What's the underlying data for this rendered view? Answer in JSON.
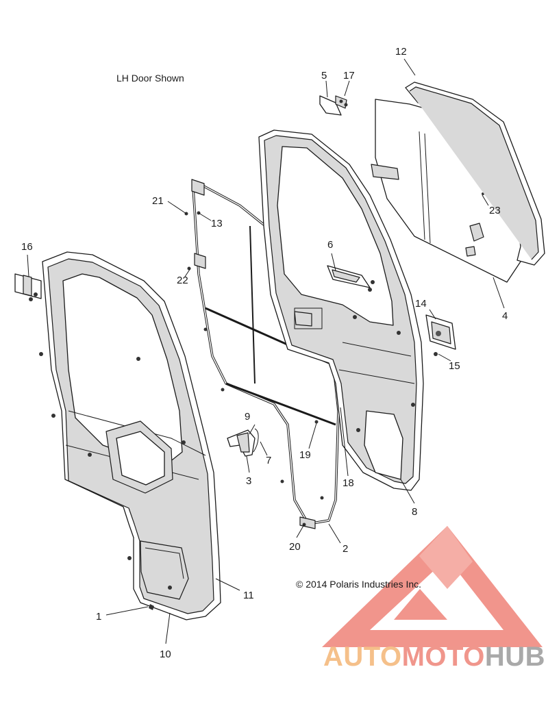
{
  "diagram": {
    "note": "LH Door Shown",
    "copyright": "© 2014 Polaris Industries Inc.",
    "callouts": {
      "c1": "1",
      "c2": "2",
      "c3": "3",
      "c4": "4",
      "c5": "5",
      "c6": "6",
      "c7": "7",
      "c8": "8",
      "c9": "9",
      "c10": "10",
      "c11": "11",
      "c12": "12",
      "c13": "13",
      "c14": "14",
      "c15": "15",
      "c16": "16",
      "c17": "17",
      "c18": "18",
      "c19": "19",
      "c20": "20",
      "c21": "21",
      "c22": "22",
      "c23": "23"
    }
  },
  "watermark": {
    "word_part1": "AUTO",
    "word_part2": "MOTO",
    "word_part3": "HUB",
    "colors": {
      "triangle": "#f08a80",
      "auto": "#f5c08a",
      "moto": "#f0968c",
      "hub": "#a9a9a9"
    }
  }
}
